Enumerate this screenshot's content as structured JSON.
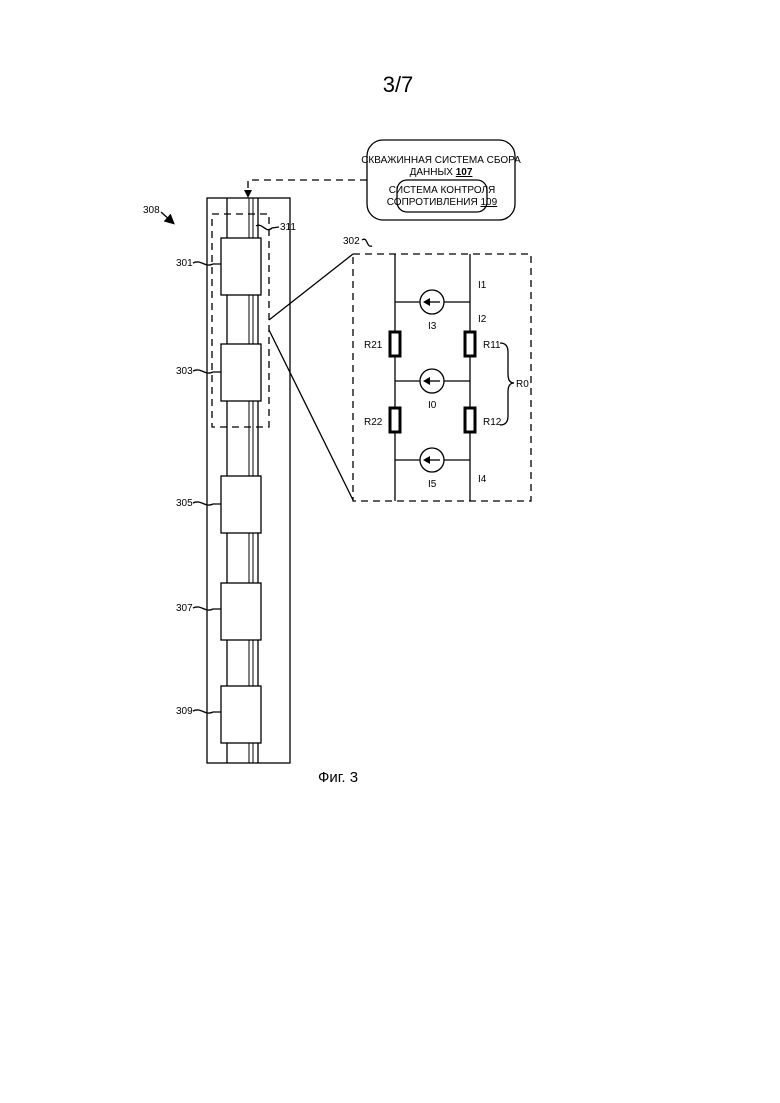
{
  "page_number": "3/7",
  "caption": "Фиг. 3",
  "data_system": {
    "line1": "СКВАЖИННАЯ СИСТЕМА СБОРА",
    "line2_text": "ДАННЫХ ",
    "line2_ref": "107"
  },
  "resistance_system": {
    "line1": "СИСТЕМА КОНТРОЛЯ",
    "line2_text": "СОПРОТИВЛЕНИЯ ",
    "line2_ref": "109"
  },
  "refs": {
    "tool": "308",
    "inner": "311",
    "circuit": "302",
    "m301": "301",
    "m303": "303",
    "m305": "305",
    "m307": "307",
    "m309": "309"
  },
  "circuit": {
    "I1": "I1",
    "I2": "I2",
    "I3": "I3",
    "I0": "I0",
    "I5": "I5",
    "I4": "I4",
    "R21": "R21",
    "R11": "R11",
    "R22": "R22",
    "R12": "R12",
    "R0": "R0"
  }
}
